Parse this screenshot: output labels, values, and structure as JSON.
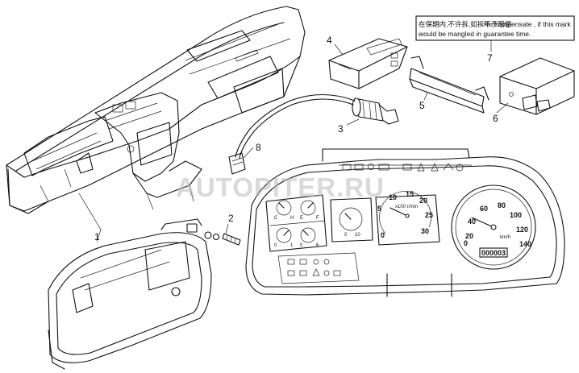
{
  "watermark": "AUTOPITER.RU",
  "note": {
    "chinese_text": "在保期内,不许拆,如拆不予赔偿",
    "line1": "No compensate , if this mark",
    "line2": "would be mangled in guarantee time."
  },
  "callouts": [
    "1",
    "2",
    "3",
    "4",
    "5",
    "6",
    "7",
    "8"
  ],
  "tachometer": {
    "ticks": [
      "0",
      "5",
      "10",
      "15",
      "20",
      "25",
      "30"
    ],
    "unit": "x100 r/min"
  },
  "speedometer": {
    "ticks": [
      "0",
      "20",
      "40",
      "60",
      "80",
      "100",
      "120",
      "140"
    ],
    "unit": "km/h",
    "odometer": "000003"
  },
  "small_gauges": {
    "left_gauge_a": [
      "C",
      "H"
    ],
    "left_gauge_b": [
      "E",
      "F"
    ],
    "left_gauge_c": [
      "0",
      "1"
    ],
    "left_gauge_d": [
      "0",
      "6"
    ],
    "clock": [
      "0",
      "10"
    ]
  },
  "icons": {
    "warning_row": [
      "seatbelt-icon",
      "door-icon",
      "oil-icon",
      "battery-icon",
      "brake-icon",
      "abs-icon",
      "fuel-icon"
    ],
    "indicator_row": [
      "highbeam-icon",
      "foglight-icon",
      "engine-icon",
      "turn-icon",
      "glow-icon",
      "charge-icon",
      "lamp-icon"
    ]
  }
}
